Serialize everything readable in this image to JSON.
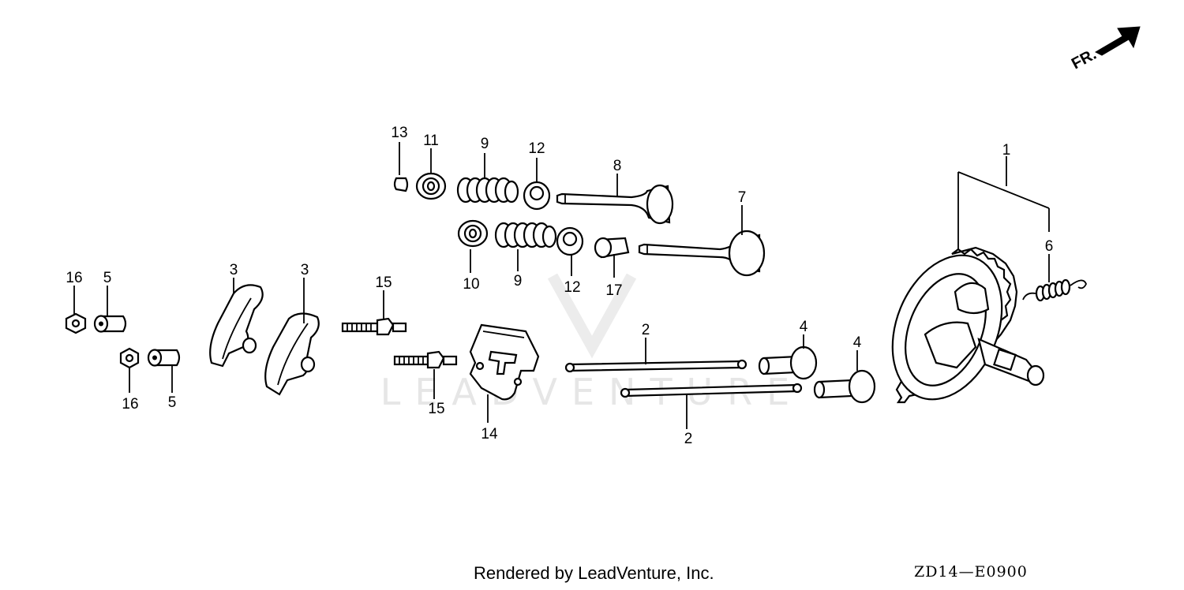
{
  "watermark": "LEADVENTURE",
  "direction_label": "FR.",
  "footer": {
    "credit": "Rendered by LeadVenture, Inc.",
    "diagram_code": "ZD14—E0900"
  },
  "callouts": [
    "1",
    "2",
    "2",
    "3",
    "3",
    "4",
    "4",
    "5",
    "5",
    "6",
    "7",
    "8",
    "9",
    "9",
    "10",
    "11",
    "12",
    "12",
    "13",
    "14",
    "15",
    "15",
    "16",
    "16",
    "17"
  ]
}
